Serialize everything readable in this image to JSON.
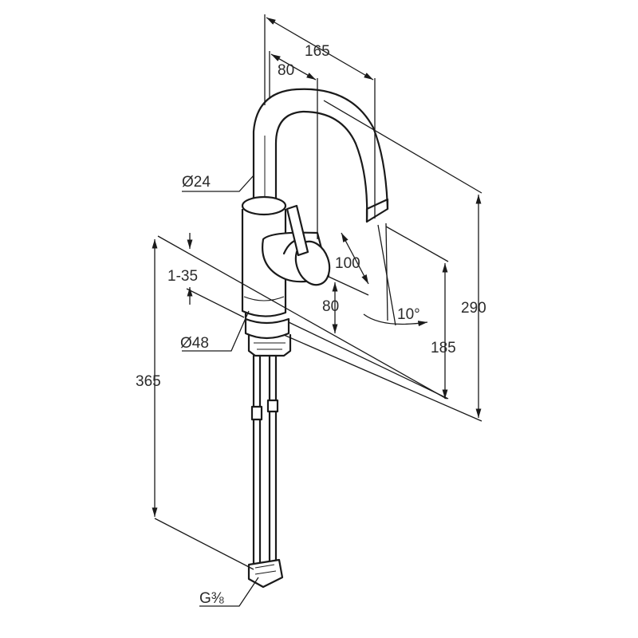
{
  "dimensions": {
    "width_total": "165",
    "width_handle": "80",
    "spout_diameter": "Ø24",
    "lever_swing": "100",
    "deck_thickness": "1-35",
    "lever_clearance": "80",
    "base_diameter": "Ø48",
    "spout_angle": "10°",
    "outlet_height": "185",
    "total_height": "290",
    "hose_length": "365",
    "thread": "G⅜"
  },
  "colors": {
    "line": "#1a1a1a",
    "text": "#2b2b2b",
    "background": "#ffffff"
  }
}
